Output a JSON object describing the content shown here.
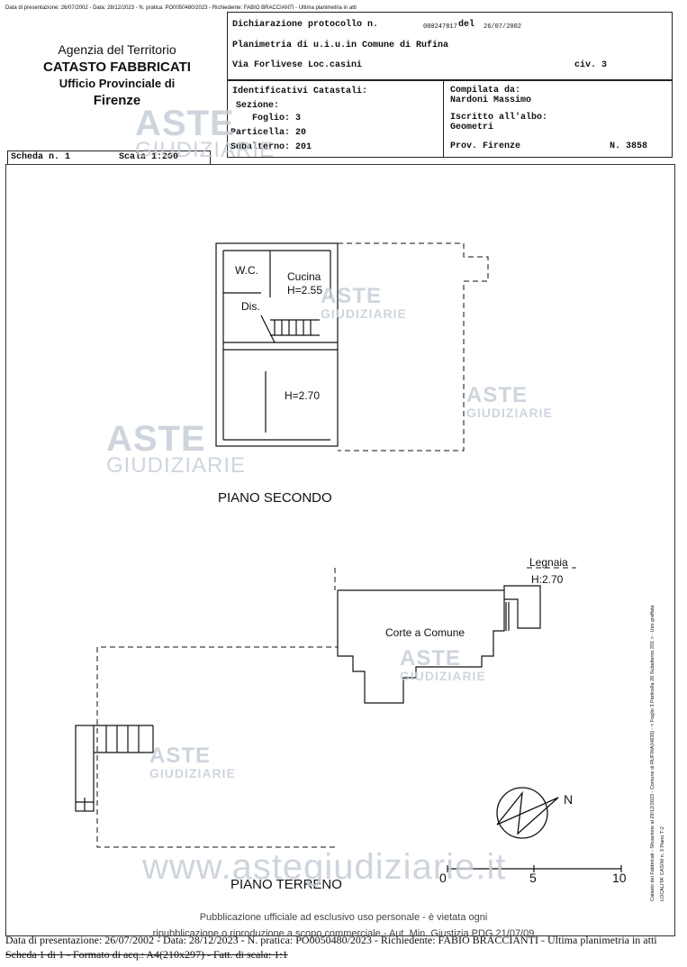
{
  "top_strip": "Data di presentazione: 26/07/2002 - Data: 28/12/2023 - N. pratica: PO0050480/2023 - Richiedente: FABIO BRACCIANTI - Ultima planimetria in atti",
  "agency": {
    "line1": "Agenzia del Territorio",
    "line2": "CATASTO FABBRICATI",
    "line3": "Ufficio Provinciale di",
    "line4": "Firenze"
  },
  "header": {
    "dichiarazione_label": "Dichiarazione protocollo n.",
    "protocollo": "000247817",
    "del_label": "del",
    "del_date": "26/07/2002",
    "planimetria": "Planimetria di u.i.u.in Comune di Rufina",
    "via": "Via Forlivese Loc.casini",
    "civ": "civ. 3",
    "identificativi": "Identificativi Catastali:",
    "sezione": "Sezione:",
    "foglio": "Foglio: 3",
    "particella": "Particella: 20",
    "subalterno": "Subalterno: 201",
    "compilata_label": "Compilata da:",
    "compilata_name": "Nardoni Massimo",
    "iscritto_label": "Iscritto all'albo:",
    "iscritto_value": "Geometri",
    "prov": "Prov. Firenze",
    "numero": "N.  3858"
  },
  "scheda": {
    "left": "Scheda n. 1",
    "right": "Scala 1:200"
  },
  "plan": {
    "wc": "W.C.",
    "cucina": "Cucina",
    "cucina_h": "H=2.55",
    "dis": "Dis.",
    "room_h": "H=2.70",
    "piano_secondo": "PIANO SECONDO",
    "legnaia": "Legnaia",
    "legnaia_h": "H:2.70",
    "corte": "Corte a Comune",
    "piano_terreno": "PIANO TERRENO",
    "north": "N",
    "scale_0": "0",
    "scale_5": "5",
    "scale_10": "10"
  },
  "side_text": "Catasto dei Fabbricati - Situazione al 29/12/2023 - Comune di RUFINA(H635) - < Foglio 3 Particella 20 Subalterno 201 > - Uso graffata",
  "side_text2": "LOCALITA' CASINI n. 3 Piano T-2",
  "watermark": {
    "aste": "ASTE",
    "giudiziarie": "GIUDIZIARIE",
    "url": "www.astegiudiziarie.it"
  },
  "footer": {
    "pubblicazione": "Pubblicazione ufficiale ad esclusivo uso personale - è vietata ogni",
    "ripubblicazione": "ripubblicazione o riproduzione a scopo commerciale - Aut. Min. Giustizia PDG 21/07/09",
    "line1": "Data di presentazione: 26/07/2002 - Data: 28/12/2023 - N. pratica: PO0050480/2023 - Richiedente: FABIO BRACCIANTI - Ultima planimetria in atti",
    "line2": "Scheda 1 di 1 - Formato di acq.: A4(210x297) - Fatt. di scala: 1:1"
  }
}
